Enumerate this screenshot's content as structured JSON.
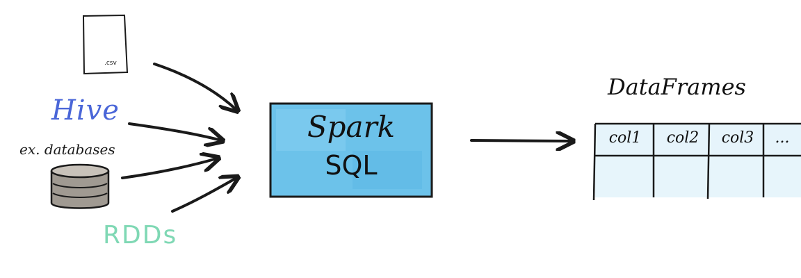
{
  "diagram": {
    "sources": {
      "csv_file": ".csv",
      "hive": "Hive",
      "databases": "ex. databases",
      "rdds": "RDDs"
    },
    "engine": {
      "line1": "Spark",
      "line2": "SQL"
    },
    "output": {
      "title": "DataFrames",
      "columns": [
        "col1",
        "col2",
        "col3",
        "..."
      ]
    },
    "colors": {
      "hive": "#4a66d8",
      "rdds": "#7fd8b4",
      "spark_fill": "#6cc2ea",
      "table_fill": "#e6f4fb",
      "ink": "#1a1a1a",
      "cylinder": "#a09a92"
    }
  }
}
